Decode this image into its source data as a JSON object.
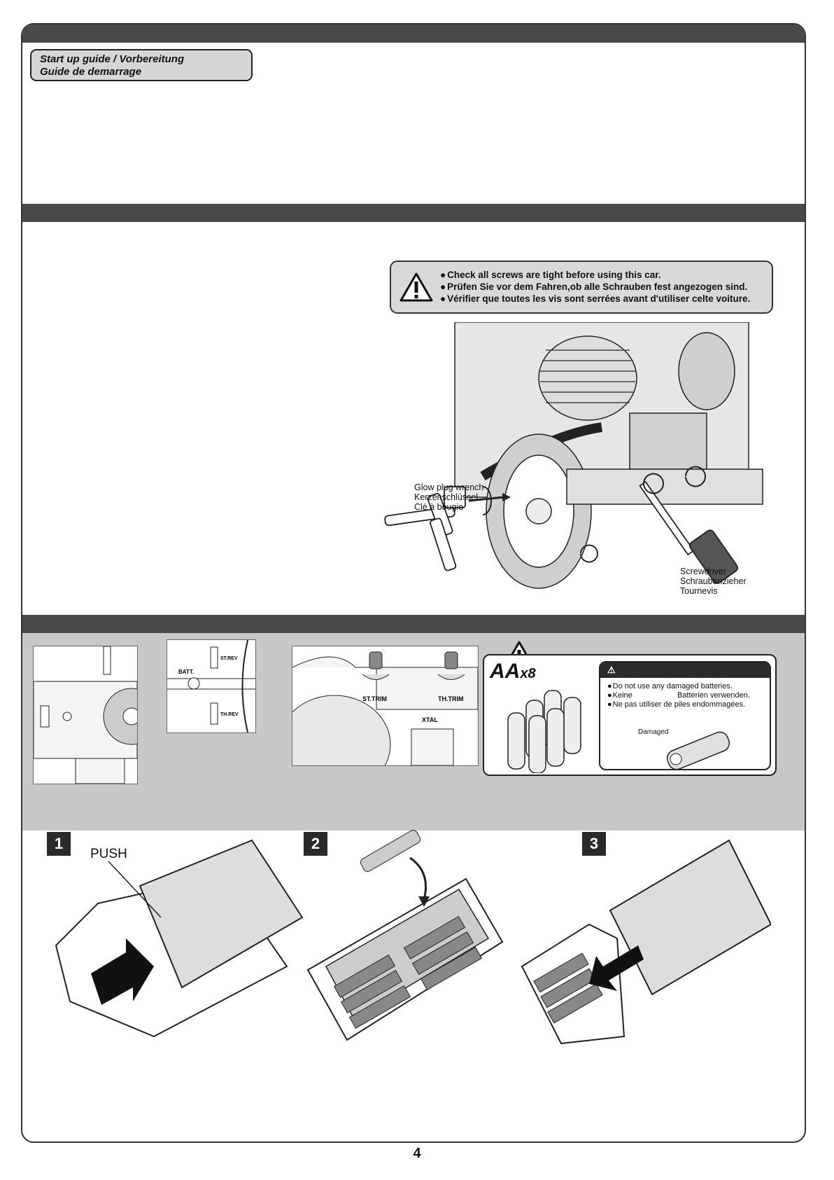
{
  "title": {
    "line1": "Start up guide / Vorbereitung",
    "line2": "Guide de demarrage"
  },
  "screw_warning": {
    "icon": "warning-triangle-icon",
    "lines": [
      "Check all screws are tight before using this car.",
      "Prüfen Sie vor dem Fahren,ob alle Schrauben fest angezogen sind.",
      "Vérifier que toutes les vis sont serrées avant d'utiliser celte voiture."
    ]
  },
  "glow_plug_wrench": {
    "en": "Glow plug wrench",
    "de": "Kerzenschlüssel",
    "fr": "Clé à bougie"
  },
  "screwdriver": {
    "en": "Screwdriver",
    "de": "Schraubenzieher",
    "fr": "Tournevis"
  },
  "transmitter": {
    "batt": "BATT.",
    "st_rev": "ST.REV",
    "th_rev": "TH.REV",
    "st_trim": "ST.TRIM",
    "th_trim": "TH.TRIM",
    "xtal": "XTAL"
  },
  "batteries": {
    "type": "AA",
    "count": "x8",
    "warnings": [
      "Do not use any damaged batteries.",
      "Keine                     Batterien verwenden.",
      "Ne pas utiliser de piles endommagées."
    ],
    "damaged_label": "Damaged"
  },
  "steps": {
    "s1": "1",
    "s2": "2",
    "s3": "3",
    "push": "PUSH"
  },
  "page_number": "4"
}
